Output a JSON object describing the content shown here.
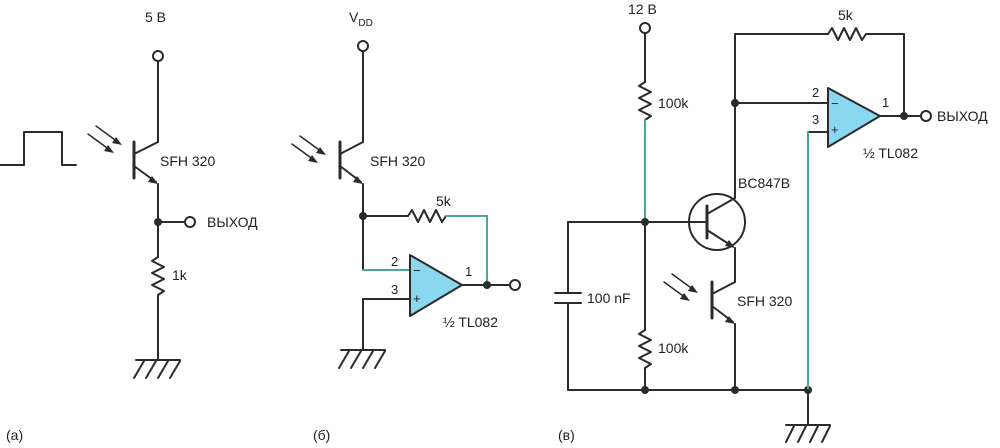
{
  "panel_a": {
    "caption": "(a)",
    "supply": "5 В",
    "phototransistor": "SFH 320",
    "output": "ВЫХОД",
    "resistor": "1k"
  },
  "panel_b": {
    "caption": "(б)",
    "supply_main": "V",
    "supply_sub": "DD",
    "phototransistor": "SFH 320",
    "resistor": "5k",
    "opamp": "½ TL082",
    "pin_inv": "2",
    "pin_noninv": "3",
    "pin_out": "1",
    "sign_minus": "−",
    "sign_plus": "+"
  },
  "panel_c": {
    "caption": "(в)",
    "supply": "12 В",
    "resistor_top": "100k",
    "resistor_bottom": "100k",
    "capacitor": "100 nF",
    "transistor": "BC847B",
    "phototransistor": "SFH 320",
    "feedback_resistor": "5k",
    "opamp": "½ TL082",
    "output": "ВЫХОД",
    "pin_inv": "2",
    "pin_noninv": "3",
    "pin_out": "1",
    "sign_minus": "−",
    "sign_plus": "+"
  },
  "colors": {
    "wire": "#2b2b2b",
    "accent_wire": "#4aa79a",
    "opamp_fill": "#8ad8ef"
  }
}
